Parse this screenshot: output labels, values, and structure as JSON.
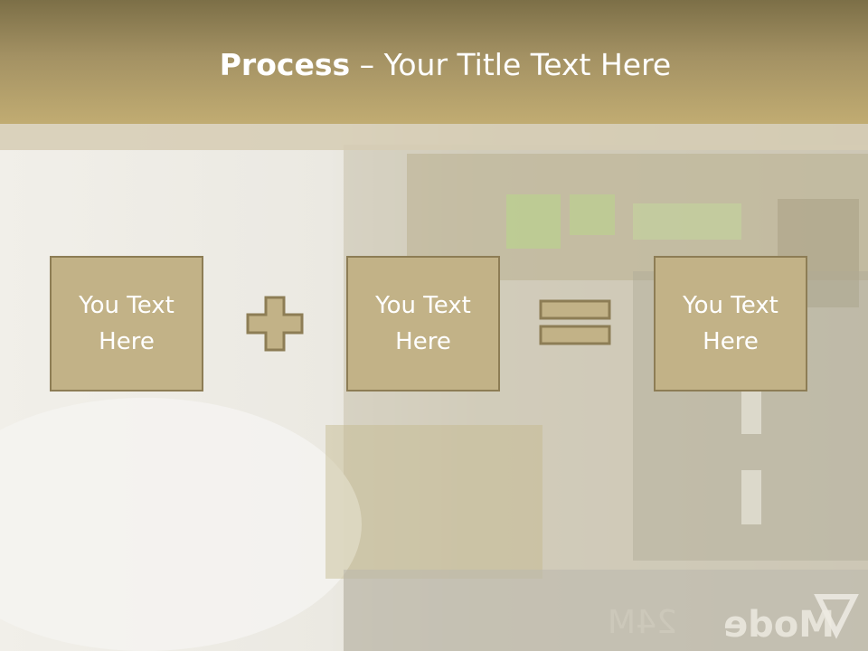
{
  "slide": {
    "title_bold": "Process",
    "title_rest": " – Your Title Text Here"
  },
  "boxes": [
    {
      "text": "You Text\nHere"
    },
    {
      "text": "You Text\nHere"
    },
    {
      "text": "You Text\nHere"
    }
  ],
  "operators": [
    "plus-icon",
    "equals-icon"
  ],
  "background_watermark": {
    "mode_text": "Mode",
    "number_text": "24M"
  },
  "colors": {
    "header_dark": "#7c6f47",
    "header_light": "#c1ac72",
    "box_fill": "#c2b287",
    "box_border": "#8d7d55",
    "text": "#ffffff"
  }
}
